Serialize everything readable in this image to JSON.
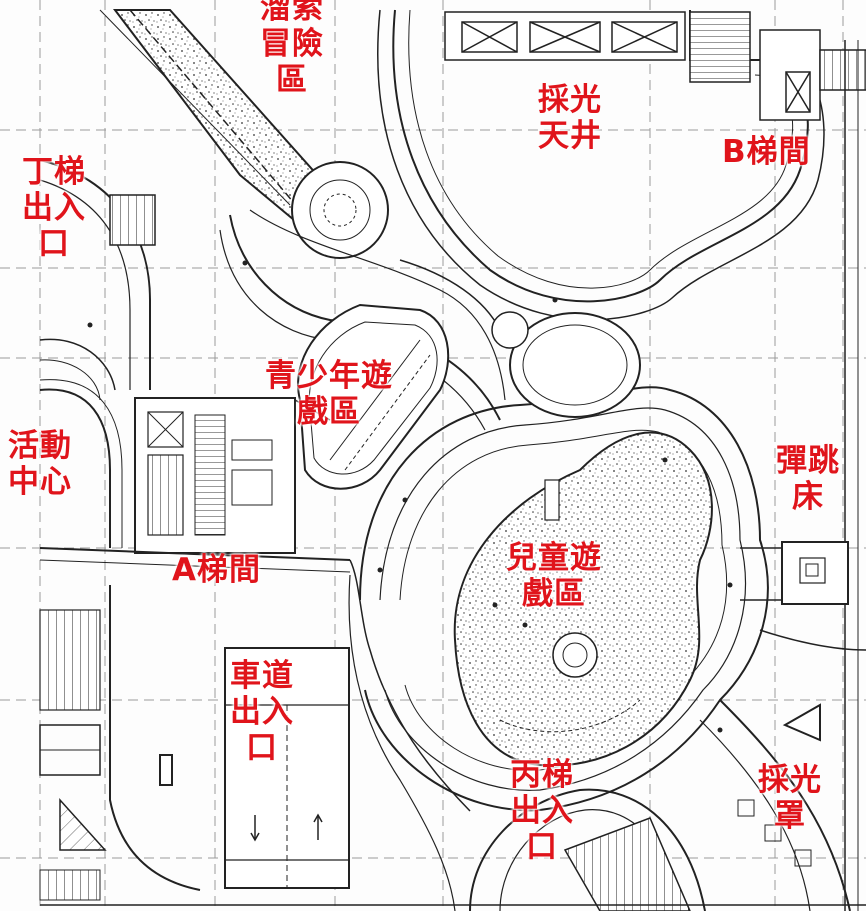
{
  "labels": {
    "water_adventure_area": "溜索\n冒險\n區",
    "skylight_well": "採光\n天井",
    "b_stairwell": "B梯間",
    "d_stair_entrance": "丁梯\n出入\n口",
    "youth_play_area": "青少年遊\n戲區",
    "activity_center": "活動\n中心",
    "a_stairwell": "A梯間",
    "trampoline": "彈跳\n床",
    "children_play_area": "兒童遊\n戲區",
    "driveway_entrance": "車道\n出入\n口",
    "c_stair_entrance": "丙梯\n出入\n口",
    "skylight_hood": "採光\n罩"
  },
  "colors": {
    "label_red": "#e0141b",
    "line": "#222222",
    "grid": "#999999"
  }
}
